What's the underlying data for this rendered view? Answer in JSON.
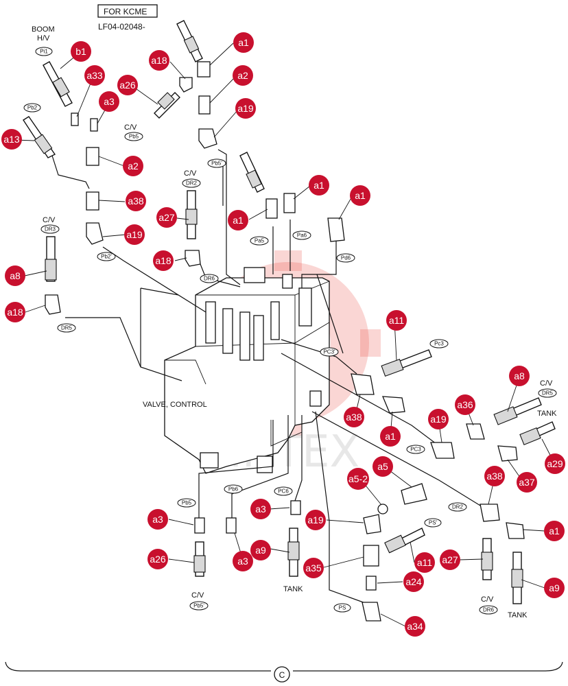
{
  "header": {
    "boxed_title": "FOR KCME",
    "serial": "LF04-02048-"
  },
  "labels": {
    "boom_hv_line1": "BOOM",
    "boom_hv_line2": "H/V",
    "valve_control": "VALVE, CONTROL",
    "cv_a26": "C/V",
    "cv_a27_top": "C/V",
    "cv_dr3": "C/V",
    "cv_dr5_right": "C/V",
    "tank_right": "TANK",
    "tank_a9_mid": "TANK",
    "tank_a9_right": "TANK",
    "cv_pb5_bottom": "C/V",
    "cv_dr6_bottom": "C/V",
    "section_mark": "C",
    "watermark": "ИНТЕХ"
  },
  "ports": {
    "pi1": "Pi1",
    "pb2": "Pb2",
    "pb5_top": "Pb5",
    "pb5p_top": "Pb5'",
    "dr2_top": "DR2",
    "dr3": "DR3",
    "pb2p": "Pb2'",
    "dr6_mid": "DR6",
    "dr5_left": "DR5",
    "pa5": "Pa5",
    "pa6": "Pa6",
    "pd6": "Pd6",
    "pc3_right": "Pc3",
    "pc3p": "PC3'",
    "dr5_right": "DR5",
    "pc3_low": "PC3",
    "dr2_low": "DR2",
    "pb5_low": "Pb5",
    "pb6": "Pb6",
    "pc6": "PC6",
    "ps_prime": "PS'",
    "ps": "PS",
    "pb5p_bottom": "Pb5'",
    "dr6_bottom": "DR6"
  },
  "callouts": [
    {
      "id": "b1",
      "label": "b1"
    },
    {
      "id": "a33",
      "label": "a33"
    },
    {
      "id": "a3-top",
      "label": "a3"
    },
    {
      "id": "a26-top",
      "label": "a26"
    },
    {
      "id": "a18-top",
      "label": "a18"
    },
    {
      "id": "a1-top",
      "label": "a1"
    },
    {
      "id": "a2-top",
      "label": "a2"
    },
    {
      "id": "a19-top",
      "label": "a19"
    },
    {
      "id": "a13",
      "label": "a13"
    },
    {
      "id": "a2-left",
      "label": "a2"
    },
    {
      "id": "a38-left",
      "label": "a38"
    },
    {
      "id": "a19-left",
      "label": "a19"
    },
    {
      "id": "a27-top",
      "label": "a27"
    },
    {
      "id": "a18-mid",
      "label": "a18"
    },
    {
      "id": "a1-mid-a",
      "label": "a1"
    },
    {
      "id": "a1-mid-b",
      "label": "a1"
    },
    {
      "id": "a1-mid-c",
      "label": "a1"
    },
    {
      "id": "a8-left",
      "label": "a8"
    },
    {
      "id": "a18-left",
      "label": "a18"
    },
    {
      "id": "a11-mid",
      "label": "a11"
    },
    {
      "id": "a38-mid",
      "label": "a38"
    },
    {
      "id": "a1-low",
      "label": "a1"
    },
    {
      "id": "a19-right",
      "label": "a19"
    },
    {
      "id": "a36",
      "label": "a36"
    },
    {
      "id": "a8-right",
      "label": "a8"
    },
    {
      "id": "a37",
      "label": "a37"
    },
    {
      "id": "a29",
      "label": "a29"
    },
    {
      "id": "a5",
      "label": "a5"
    },
    {
      "id": "a5-2",
      "label": "a5-2"
    },
    {
      "id": "a38-right",
      "label": "a38"
    },
    {
      "id": "a1-right",
      "label": "a1"
    },
    {
      "id": "a3-bl",
      "label": "a3"
    },
    {
      "id": "a26-bl",
      "label": "a26"
    },
    {
      "id": "a3-bm",
      "label": "a3"
    },
    {
      "id": "a3-bm2",
      "label": "a3"
    },
    {
      "id": "a9-mid",
      "label": "a9"
    },
    {
      "id": "a19-bot",
      "label": "a19"
    },
    {
      "id": "a35",
      "label": "a35"
    },
    {
      "id": "a11-bot",
      "label": "a11"
    },
    {
      "id": "a24",
      "label": "a24"
    },
    {
      "id": "a34",
      "label": "a34"
    },
    {
      "id": "a27-bot",
      "label": "a27"
    },
    {
      "id": "a9-right",
      "label": "a9"
    }
  ],
  "colors": {
    "callout": "#c8102e",
    "line": "#111111",
    "watermark": "#e8453c"
  }
}
